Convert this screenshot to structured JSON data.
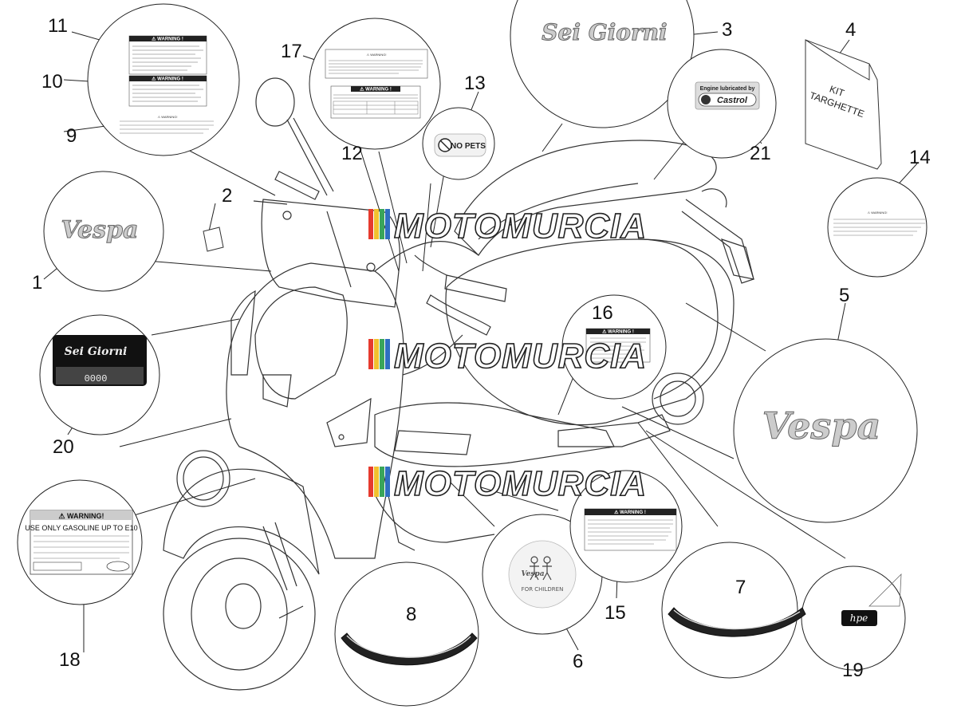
{
  "callouts": {
    "c1": "1",
    "c2": "2",
    "c3": "3",
    "c4": "4",
    "c5": "5",
    "c6": "6",
    "c7": "7",
    "c8": "8",
    "c9": "9",
    "c10": "10",
    "c11": "11",
    "c12": "12",
    "c13": "13",
    "c14": "14",
    "c15": "15",
    "c16": "16",
    "c17": "17",
    "c18": "18",
    "c19": "19",
    "c20": "20",
    "c21": "21"
  },
  "watermark": {
    "text": "MOTOMURCIA",
    "colors": [
      "#e63b2e",
      "#f2c12e",
      "#3aa55a",
      "#2f6fc0"
    ]
  },
  "labels": {
    "warning": "⚠ WARNING !",
    "warning_small": "⚠ WARNING!",
    "no_pets": "NO PETS",
    "kit_line1": "KIT",
    "kit_line2": "TARGHETTE",
    "castrol_top": "Engine lubricated by",
    "castrol_brand": "Castrol",
    "sei_giorni": "Sei Giorni",
    "vespa": "Vespa",
    "plate_serial": "0000",
    "for_children": "FOR CHILDREN",
    "gasoline_warning": "⚠ WARNING!",
    "gasoline_line": "USE ONLY GASOLINE UP TO E10",
    "hpe": "hpe"
  },
  "colors": {
    "line": "#222222",
    "fill": "#ffffff",
    "badge": "#111111"
  }
}
